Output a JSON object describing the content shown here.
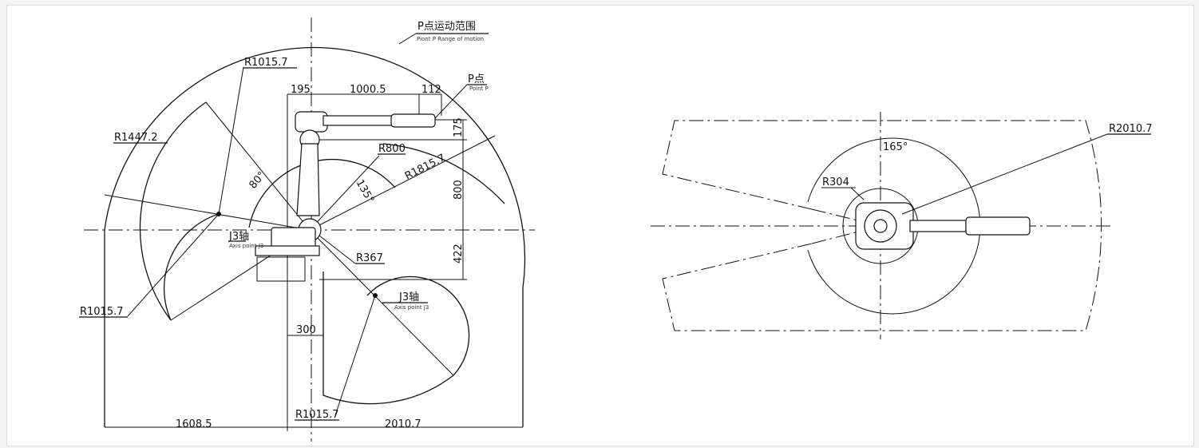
{
  "left_view": {
    "point_p_range_title": "P点运动范围",
    "point_p_range_subtitle": "Piont P Range of motion",
    "point_p_label": "P点",
    "point_p_sub": "Point P",
    "r1015_top": "R1015.7",
    "r1447": "R1447.2",
    "r1015_left": "R1015.7",
    "r1015_bottom": "R1015.7",
    "r800": "R800",
    "r1815": "R1815.7",
    "r367": "R367",
    "dim_195": "195",
    "dim_1000": "1000.5",
    "dim_112": "112",
    "dim_175": "175",
    "dim_800": "800",
    "dim_422": "422",
    "dim_300": "300",
    "dim_1608": "1608.5",
    "dim_2010": "2010.7",
    "angle_80": "80°",
    "angle_135": "135°",
    "j3_left": "J3轴",
    "j3_left_sub": "Axis point J3",
    "j3_right": "J3轴",
    "j3_right_sub": "Axis point J3"
  },
  "right_view": {
    "angle_165": "165°",
    "r304": "R304",
    "r2010": "R2010.7"
  }
}
